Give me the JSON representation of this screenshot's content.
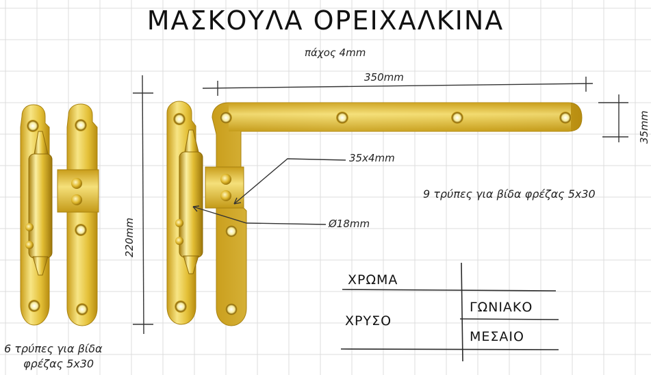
{
  "title": "ΜΑΣΚΟΥΛΑ ΟΡΕΙΧΑΛΚΙΝΑ",
  "thickness": "πάχος 4mm",
  "dim_length": "350mm",
  "dim_width": "35mm",
  "dim_height": "220mm",
  "dim_plate": "35x4mm",
  "dim_pin": "Ø18mm",
  "note_angle": "9 τρύπες για βίδα φρέζας 5x30",
  "note_mid_line1": "6 τρύπες για βίδα",
  "note_mid_line2": "φρέζας 5x30",
  "table": {
    "header": "ΧΡΩΜΑ",
    "color": "ΧΡΥΣΟ",
    "type_1": "ΓΩΝΙΑΚΟ",
    "type_2": "ΜΕΣΑΙΟ"
  },
  "colors": {
    "brass_light": "#f6e27a",
    "brass_mid": "#e2bf34",
    "brass_dark": "#b98f12",
    "line": "#333333",
    "grid": "#dcdcdc"
  }
}
